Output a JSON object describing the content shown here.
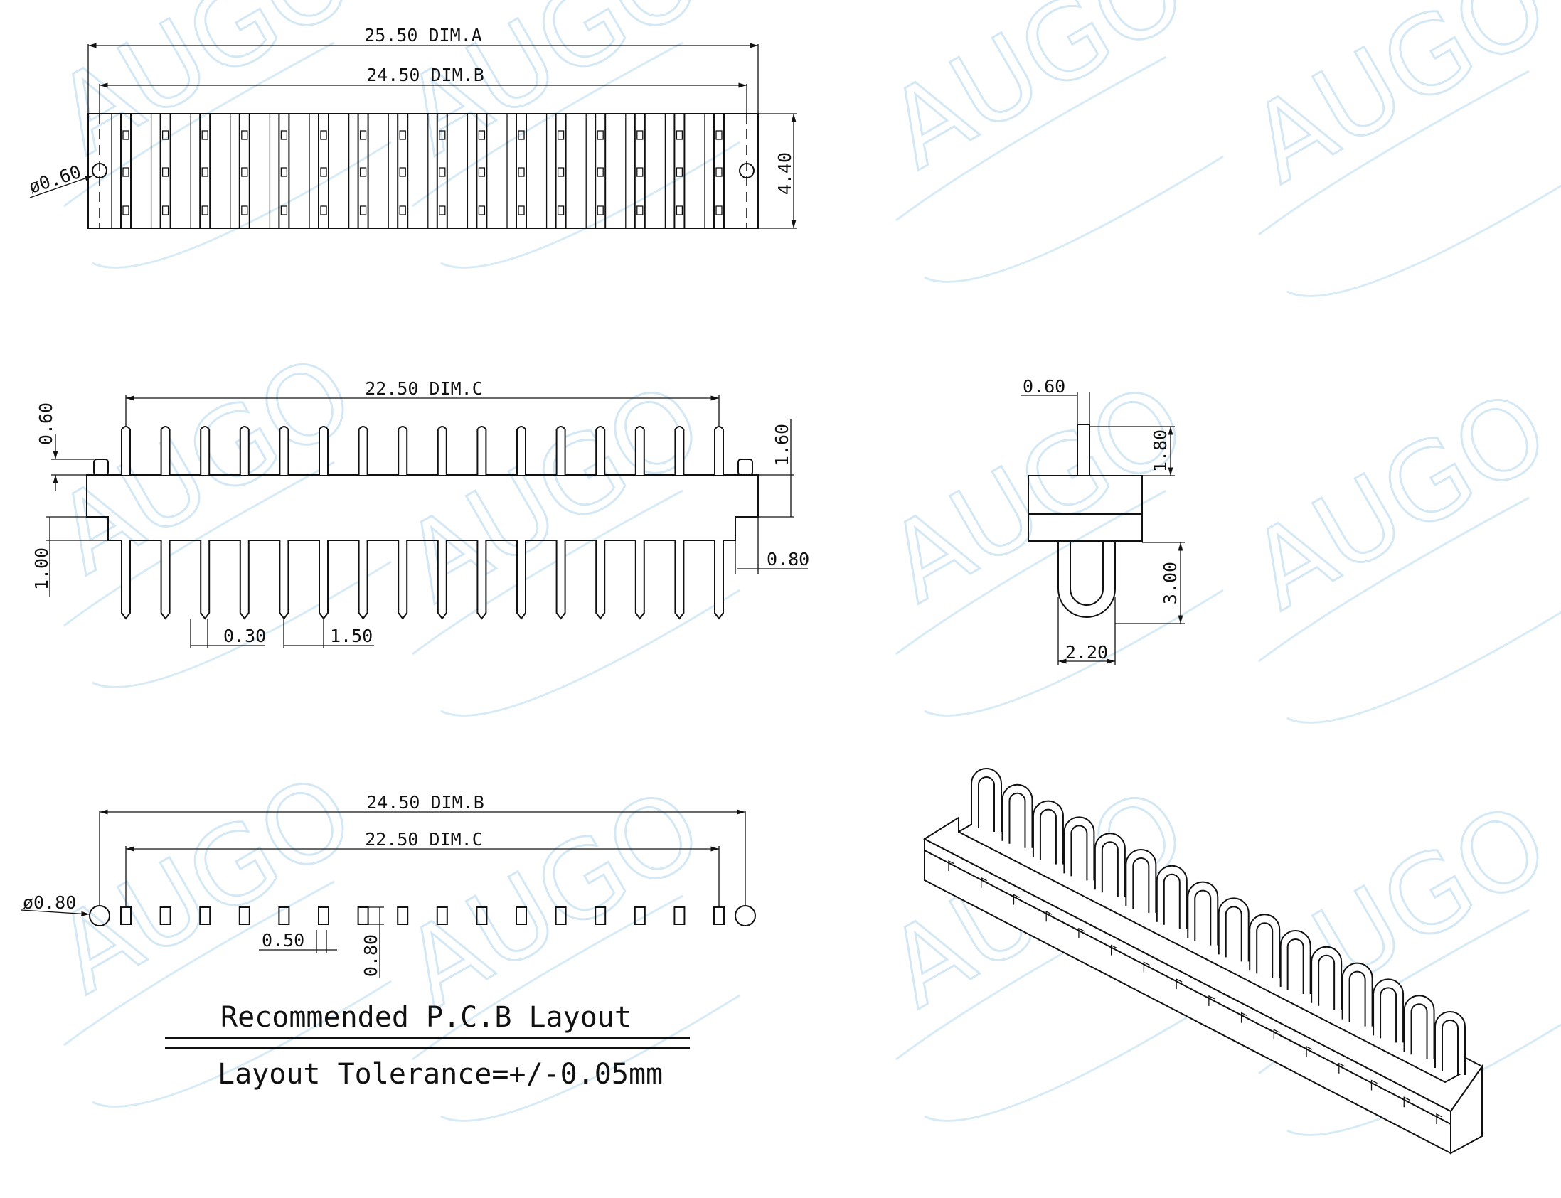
{
  "watermark": {
    "text": "AUGO",
    "color": "#cfe6f3"
  },
  "top_view": {
    "dim_a": "25.50 DIM.A",
    "dim_b": "24.50 DIM.B",
    "hole": "ø0.60",
    "height": "4.40",
    "pin_count": 16
  },
  "front_view": {
    "dim_c": "22.50 DIM.C",
    "peg_height": "0.60",
    "pin_above": "1.60",
    "offset": "1.00",
    "base_overhang": "0.80",
    "pin_width": "0.30",
    "pitch": "1.50"
  },
  "side_view": {
    "pin_diameter": "0.60",
    "pin_top": "1.80",
    "loop_height": "3.00",
    "loop_width": "2.20"
  },
  "pcb_layout": {
    "dim_b": "24.50 DIM.B",
    "dim_c": "22.50 DIM.C",
    "hole": "ø0.80",
    "pad_width": "0.50",
    "pad_height": "0.80",
    "title": "Recommended P.C.B Layout",
    "tolerance": "Layout Tolerance=+/-0.05mm"
  }
}
